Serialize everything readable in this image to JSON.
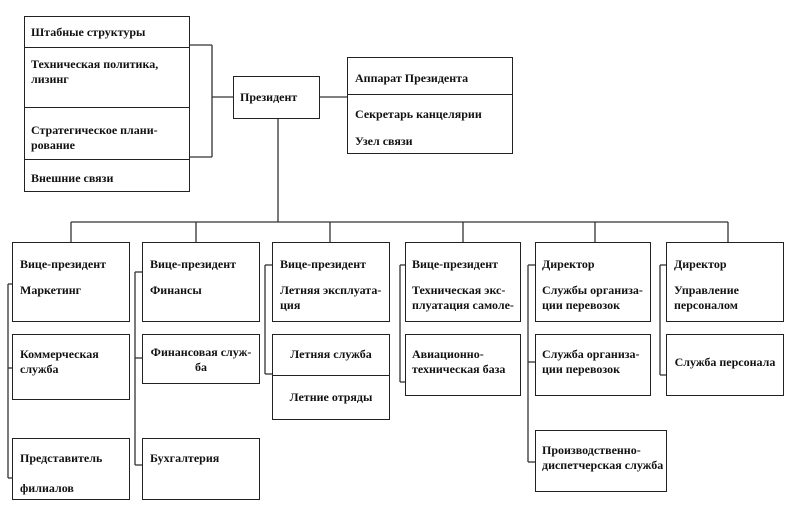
{
  "staff": {
    "title": "Штабные структуры",
    "tech_policy": "Техническая политика,\nлизинг",
    "strategic": "Стратегическое плани-\nрование",
    "external": "Внешние связи"
  },
  "president": "Президент",
  "apparatus": {
    "title": "Аппарат Президента",
    "secretary": "Секретарь канцелярии",
    "comm": "Узел связи"
  },
  "columns": {
    "marketing": {
      "role": "Вице-президент",
      "name": "Маркетинг",
      "sub1": "Коммерческая\nслужба",
      "sub2": "Представитель\n\nфилиалов"
    },
    "finance": {
      "role": "Вице-президент",
      "name": "Финансы",
      "sub1": "Финансовая служ-\nба",
      "sub2": "Бухгалтерия"
    },
    "flight": {
      "role": "Вице-президент",
      "name": "Летняя эксплуата-\nция",
      "sub1": "Летняя служба",
      "sub2": "Летние отряды"
    },
    "tech": {
      "role": "Вице-президент",
      "name": "Техническая экс-\nплуатация самоле-",
      "sub1": "Авиационно-\nтехническая база"
    },
    "transport": {
      "role": "Директор",
      "name": "Службы организа-\nции перевозок",
      "sub1": "Служба организа-\nции перевозок",
      "sub2": "Производственно-\nдиспетчерская служба"
    },
    "personnel": {
      "role": "Директор",
      "name": "Управление\nперсоналом",
      "sub1": "Служба персонала"
    }
  }
}
